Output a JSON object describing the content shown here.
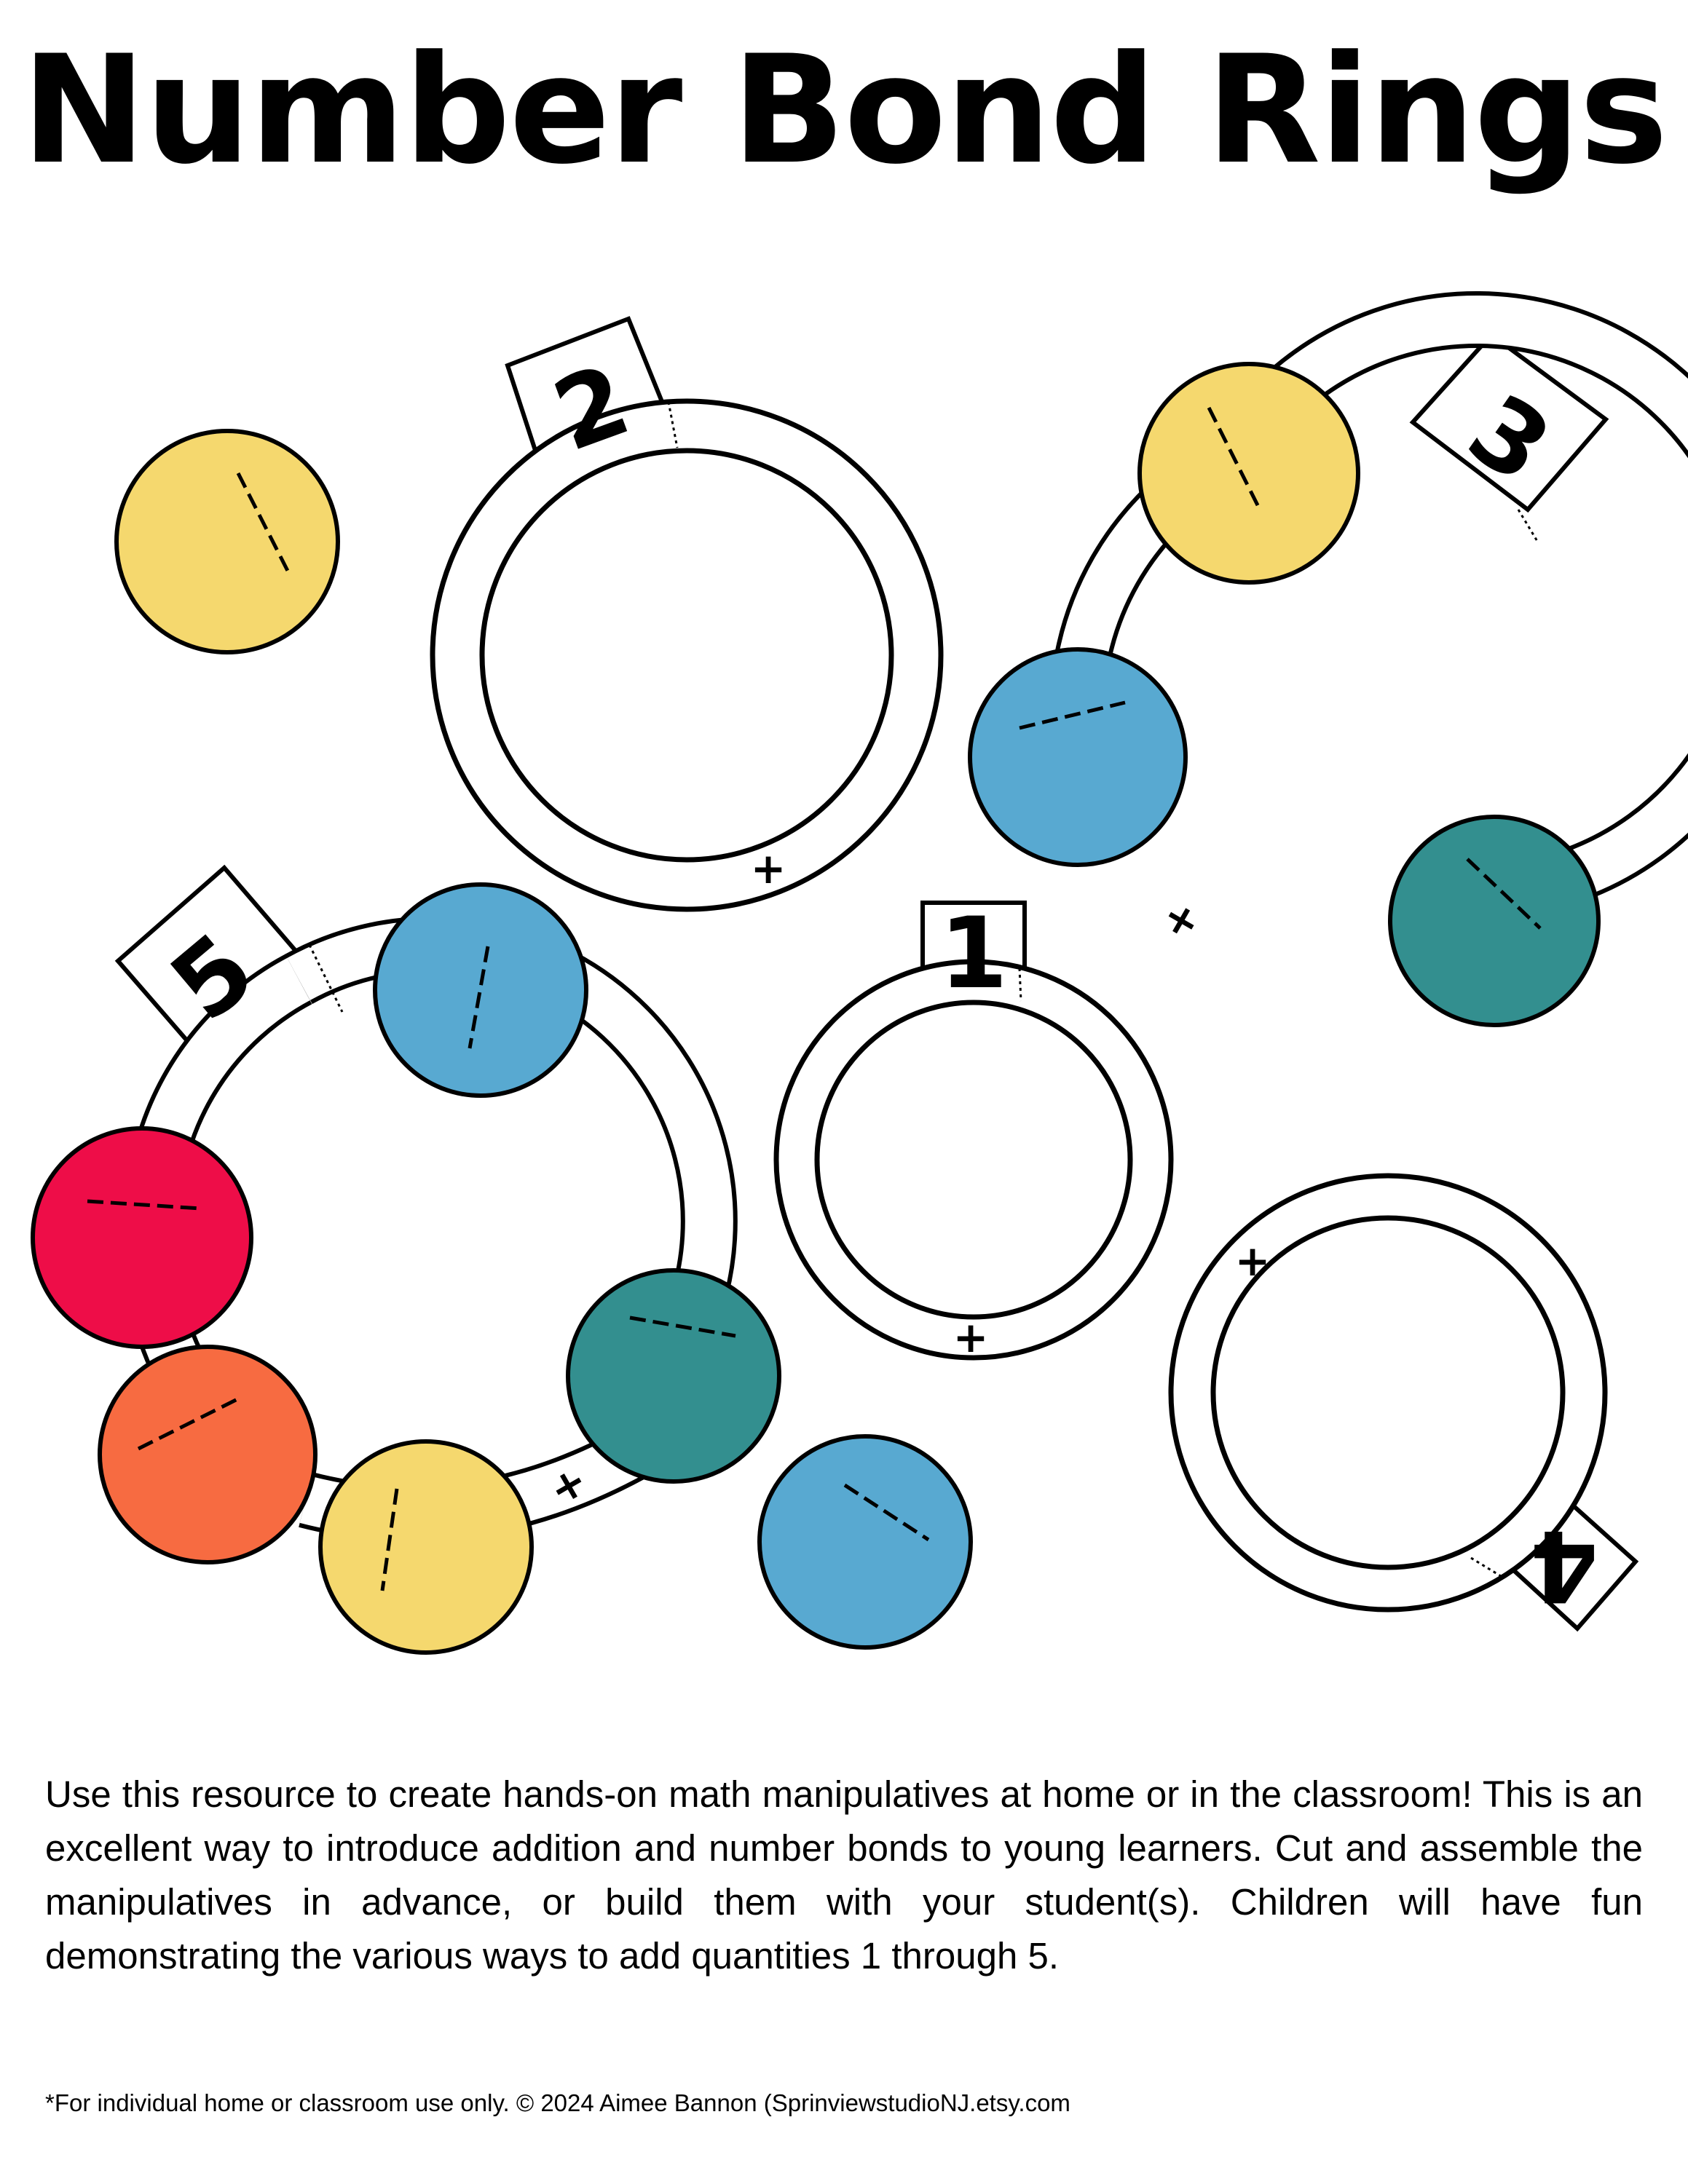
{
  "title": "Number Bond Rings",
  "rings": {
    "one": {
      "label": "1",
      "plus": "+"
    },
    "two": {
      "label": "2",
      "plus": "+"
    },
    "three": {
      "label": "3",
      "plus": "+"
    },
    "four": {
      "label": "4",
      "plus": "+"
    },
    "five": {
      "label": "5",
      "plus": "+"
    }
  },
  "colors": {
    "yellow": "#F5D86E",
    "blue": "#58A9D1",
    "teal": "#338F8F",
    "red": "#EE0D48",
    "orange": "#F76B41"
  },
  "description": "Use this resource to create hands-on math manipulatives at home or in the classroom! This is an excellent way to introduce addition and number bonds to young learners. Cut and assemble the manipulatives in advance, or build them with your student(s). Children will have fun demonstrating the various ways to add quantities 1 through 5.",
  "footer": "*For individual home or classroom use only. © 2024 Aimee Bannon (SprinviewstudioNJ.etsy.com"
}
